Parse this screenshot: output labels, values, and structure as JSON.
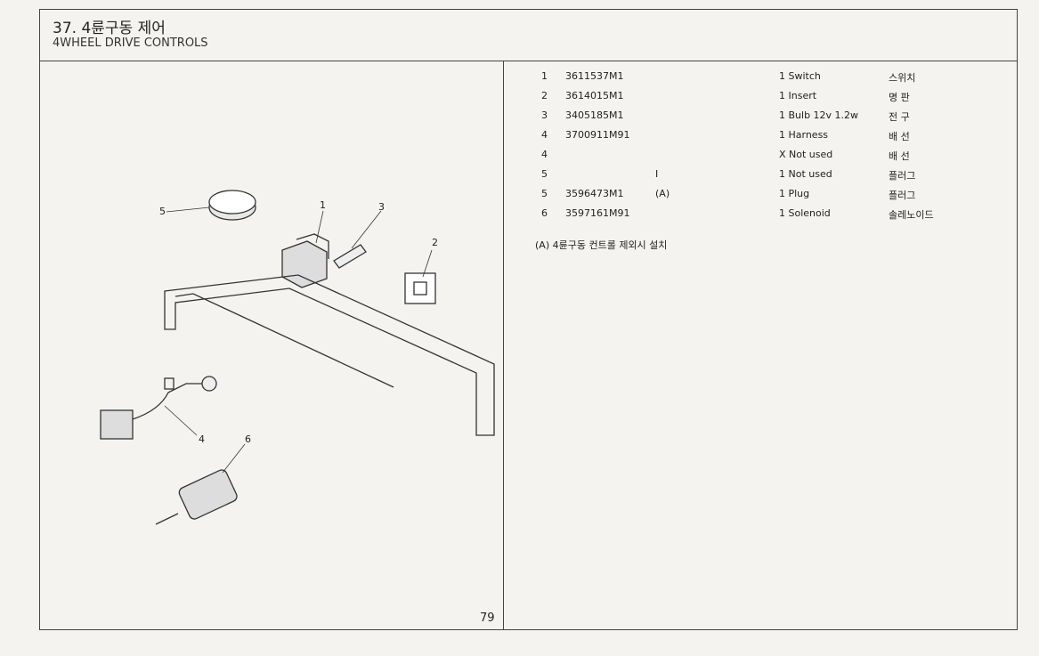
{
  "header": {
    "title_ko": "37. 4륜구동 제어",
    "title_en": "4WHEEL DRIVE CONTROLS"
  },
  "page_number": "79",
  "parts": [
    {
      "ref": "1",
      "part_no": "3611537M1",
      "mark": "",
      "desc": "1 Switch",
      "desc_ko": "스위치"
    },
    {
      "ref": "2",
      "part_no": "3614015M1",
      "mark": "",
      "desc": "1 Insert",
      "desc_ko": "명  판"
    },
    {
      "ref": "3",
      "part_no": "3405185M1",
      "mark": "",
      "desc": "1 Bulb 12v 1.2w",
      "desc_ko": "전  구"
    },
    {
      "ref": "4",
      "part_no": "3700911M91",
      "mark": "",
      "desc": "1 Harness",
      "desc_ko": "배  선"
    },
    {
      "ref": "4",
      "part_no": "",
      "mark": "",
      "desc": "X Not used",
      "desc_ko": "배  선"
    },
    {
      "ref": "5",
      "part_no": "",
      "mark": "I",
      "desc": "1 Not used",
      "desc_ko": "플러그"
    },
    {
      "ref": "5",
      "part_no": "3596473M1",
      "mark": "(A)",
      "desc": "1 Plug",
      "desc_ko": "플러그"
    },
    {
      "ref": "6",
      "part_no": "3597161M91",
      "mark": "",
      "desc": "1 Solenoid",
      "desc_ko": "솔레노이드"
    }
  ],
  "note": "(A)   4륜구동 컨트롤 제외시 설치",
  "callouts": [
    "1",
    "2",
    "3",
    "4",
    "5",
    "6"
  ]
}
